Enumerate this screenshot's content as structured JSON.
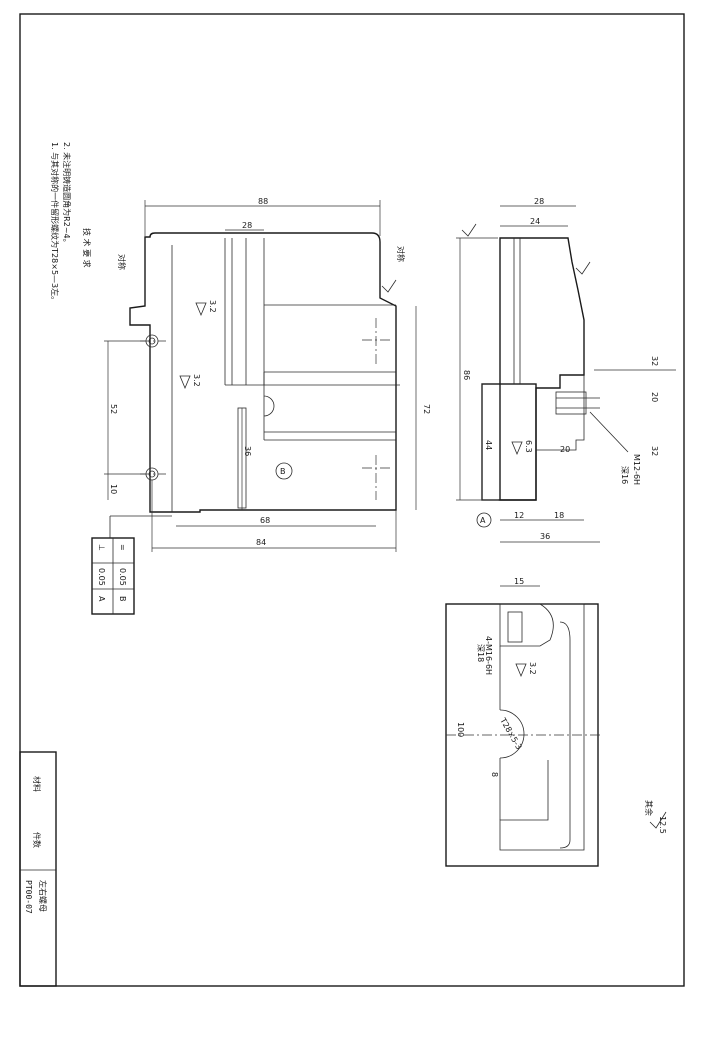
{
  "notes": {
    "line1": "1. 与其对称的一件留形螺纹为T28×5—3左。",
    "line2": "2. 未注明铸造圆角为R2~4。",
    "heading": "技 术 要 求"
  },
  "labels": {
    "left": "对称",
    "right": "对称",
    "datum_b": "B",
    "datum_a": "A",
    "scale": "其余",
    "scale_value": "12.5"
  },
  "tolerance": {
    "row1": {
      "symbol": "⊥",
      "value": "0.05",
      "datum": "A"
    },
    "row2": {
      "symbol": "=",
      "value": "0.05",
      "datum": "B"
    }
  },
  "dimensions": {
    "front": {
      "top": "88",
      "inner": "28",
      "right": "72",
      "left_v": "52",
      "left_small": "10",
      "mid": "36",
      "b1": "68",
      "b2": "84"
    },
    "section": {
      "top1": "28",
      "top2": "24",
      "height": "86",
      "lower": "44",
      "r1": "32",
      "r2": "20",
      "r3": "20",
      "r4": "32",
      "b1": "12",
      "b2": "18",
      "b3": "36",
      "thread": "M12-6H",
      "depth": "深16"
    },
    "plan": {
      "top": "15",
      "side": "100",
      "thread": "4-M16-6H",
      "depth": "深18",
      "trap": "T28×5-3",
      "bot": "8"
    }
  },
  "finish": {
    "a": "3.2",
    "b": "3.2",
    "c": "6.3",
    "d": "3.2"
  },
  "title_block": {
    "label1": "材料",
    "label2": "件数",
    "name": "左右螺母",
    "code": "PT00-07"
  }
}
